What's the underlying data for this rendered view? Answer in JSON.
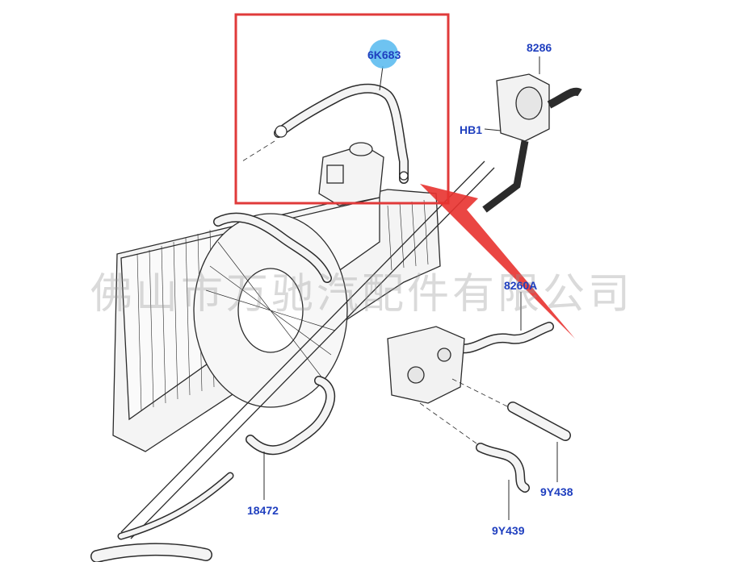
{
  "parts": [
    {
      "id": "6k683",
      "label": "6K683"
    },
    {
      "id": "8286",
      "label": "8286"
    },
    {
      "id": "hb1",
      "label": "HB1"
    },
    {
      "id": "8260a",
      "label": "8260A"
    },
    {
      "id": "18472",
      "label": "18472"
    },
    {
      "id": "9y438",
      "label": "9Y438"
    },
    {
      "id": "9y439",
      "label": "9Y439"
    }
  ],
  "watermark": "佛山市万驰汽配件有限公司",
  "colors": {
    "label": "#1f3fbf",
    "highlight_box": "#e03a3a",
    "arrow": "#e8322f",
    "highlight_dot": "#55b8ee",
    "line_art": "#2b2b2b",
    "part_fill": "#f2f2f2"
  }
}
